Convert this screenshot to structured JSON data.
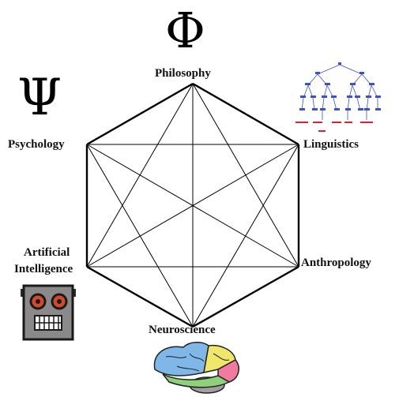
{
  "diagram": {
    "nodes": [
      {
        "id": "philosophy",
        "label": "Philosophy",
        "symbol": "Φ"
      },
      {
        "id": "linguistics",
        "label": "Linguistics",
        "symbol": "syntax-tree"
      },
      {
        "id": "anthropology",
        "label": "Anthropology",
        "symbol": ""
      },
      {
        "id": "neuroscience",
        "label": "Neuroscience",
        "symbol": "brain"
      },
      {
        "id": "ai",
        "label_line1": "Artificial",
        "label_line2": "Intelligence",
        "symbol": "robot-face"
      },
      {
        "id": "psychology",
        "label": "Psychology",
        "symbol": "Ψ"
      }
    ],
    "edge_style": "complete graph K6 (hexagon with all diagonals)",
    "colors": {
      "line": "#000000",
      "tree_nodes": "#3a50d8",
      "tree_leaves": "#e0202a",
      "robot_face": "#8a8a8a",
      "robot_eyes": "#d24a2a",
      "brain_frontal": "#7fb8e8",
      "brain_parietal": "#f0e66a",
      "brain_temporal": "#8fd07a",
      "brain_occipital": "#f07aa0",
      "brain_cerebellum": "#a0a0a0"
    }
  }
}
